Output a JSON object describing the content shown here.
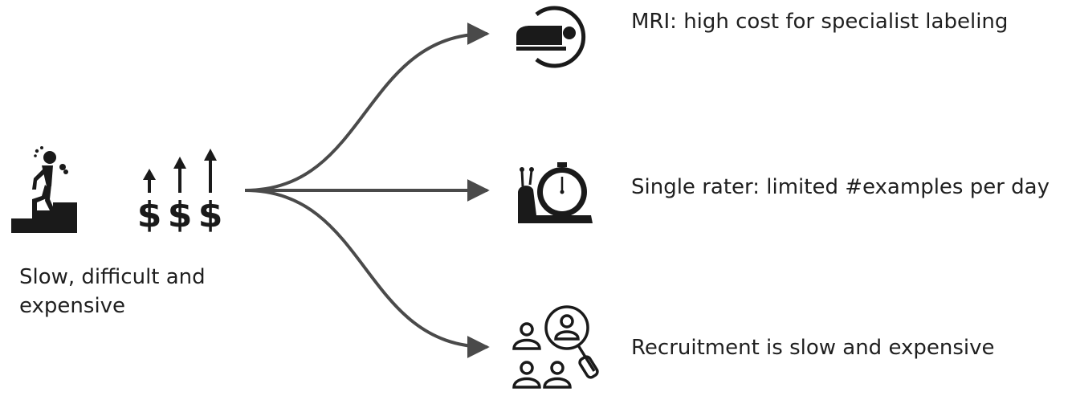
{
  "left": {
    "caption_line1": "Slow, difficult and",
    "caption_line2": "expensive",
    "icons": [
      "person-climbing-stairs-icon",
      "rising-costs-icon"
    ]
  },
  "branches": [
    {
      "icon": "mri-scanner-icon",
      "label": "MRI: high cost for specialist labeling"
    },
    {
      "icon": "snail-stopwatch-icon",
      "label": "Single rater: limited #examples per day"
    },
    {
      "icon": "people-search-icon",
      "label": "Recruitment is slow and expensive"
    }
  ],
  "colors": {
    "arrow": "#4a4a4a",
    "icon": "#1a1a1a",
    "text": "#1f1f1f"
  }
}
